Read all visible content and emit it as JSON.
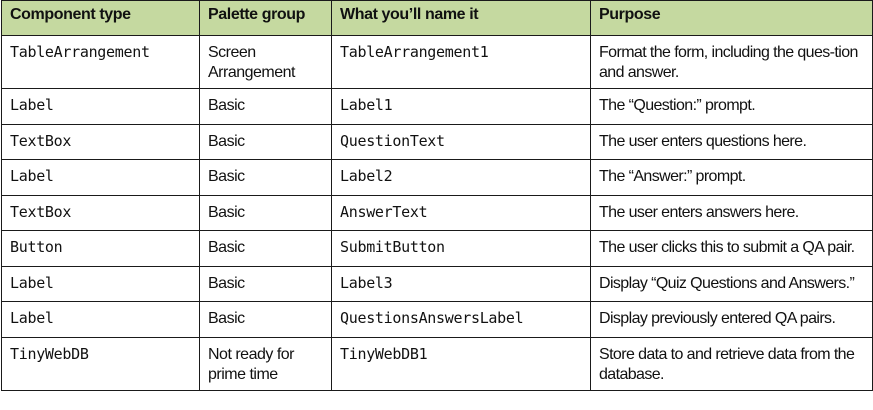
{
  "table": {
    "headers": [
      "Component type",
      "Palette group",
      "What you’ll name it",
      "Purpose"
    ],
    "rows": [
      {
        "type": "TableArrangement",
        "group": "Screen Arrangement",
        "name": "TableArrangement1",
        "purpose": "Format the form, including the ques-tion and answer."
      },
      {
        "type": "Label",
        "group": "Basic",
        "name": "Label1",
        "purpose": "The “Question:” prompt."
      },
      {
        "type": "TextBox",
        "group": "Basic",
        "name": "QuestionText",
        "purpose": "The user enters questions here."
      },
      {
        "type": "Label",
        "group": "Basic",
        "name": "Label2",
        "purpose": "The “Answer:” prompt."
      },
      {
        "type": "TextBox",
        "group": "Basic",
        "name": "AnswerText",
        "purpose": "The user enters answers here."
      },
      {
        "type": "Button",
        "group": "Basic",
        "name": "SubmitButton",
        "purpose": "The user clicks this to submit a QA pair."
      },
      {
        "type": "Label",
        "group": "Basic",
        "name": "Label3",
        "purpose": "Display “Quiz Questions and Answers.”"
      },
      {
        "type": "Label",
        "group": "Basic",
        "name": "QuestionsAnswersLabel",
        "purpose": "Display previously entered QA pairs."
      },
      {
        "type": "TinyWebDB",
        "group": "Not ready for prime time",
        "name": "TinyWebDB1",
        "purpose": "Store data to and retrieve data from the database."
      }
    ]
  }
}
